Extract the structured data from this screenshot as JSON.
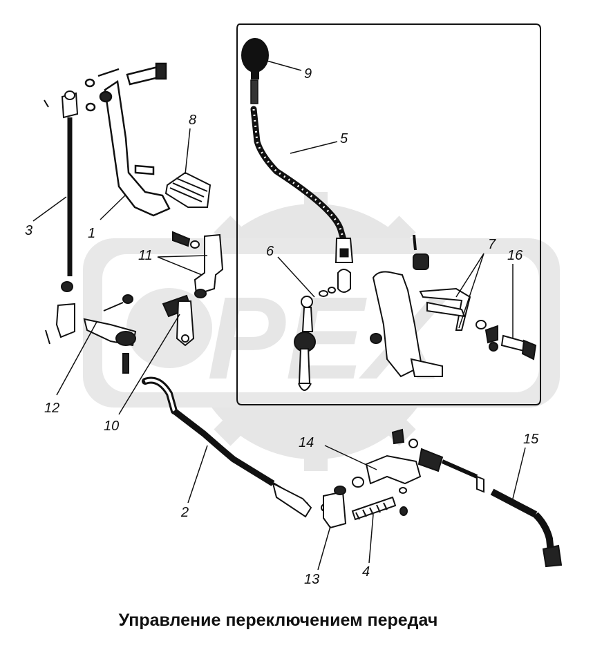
{
  "diagram": {
    "caption": "Управление переключением передач",
    "watermark": "PEX",
    "colors": {
      "ink": "#111111",
      "watermark": "#e6e6e6",
      "background": "#ffffff"
    },
    "callouts": [
      {
        "id": "label-1",
        "text": "1"
      },
      {
        "id": "label-2",
        "text": "2"
      },
      {
        "id": "label-3",
        "text": "3"
      },
      {
        "id": "label-4",
        "text": "4"
      },
      {
        "id": "label-5",
        "text": "5"
      },
      {
        "id": "label-6",
        "text": "6"
      },
      {
        "id": "label-7",
        "text": "7"
      },
      {
        "id": "label-8",
        "text": "8"
      },
      {
        "id": "label-9",
        "text": "9"
      },
      {
        "id": "label-10",
        "text": "10"
      },
      {
        "id": "label-11",
        "text": "11"
      },
      {
        "id": "label-12",
        "text": "12"
      },
      {
        "id": "label-13",
        "text": "13"
      },
      {
        "id": "label-14",
        "text": "14"
      },
      {
        "id": "label-15",
        "text": "15"
      },
      {
        "id": "label-16",
        "text": "16"
      }
    ]
  }
}
